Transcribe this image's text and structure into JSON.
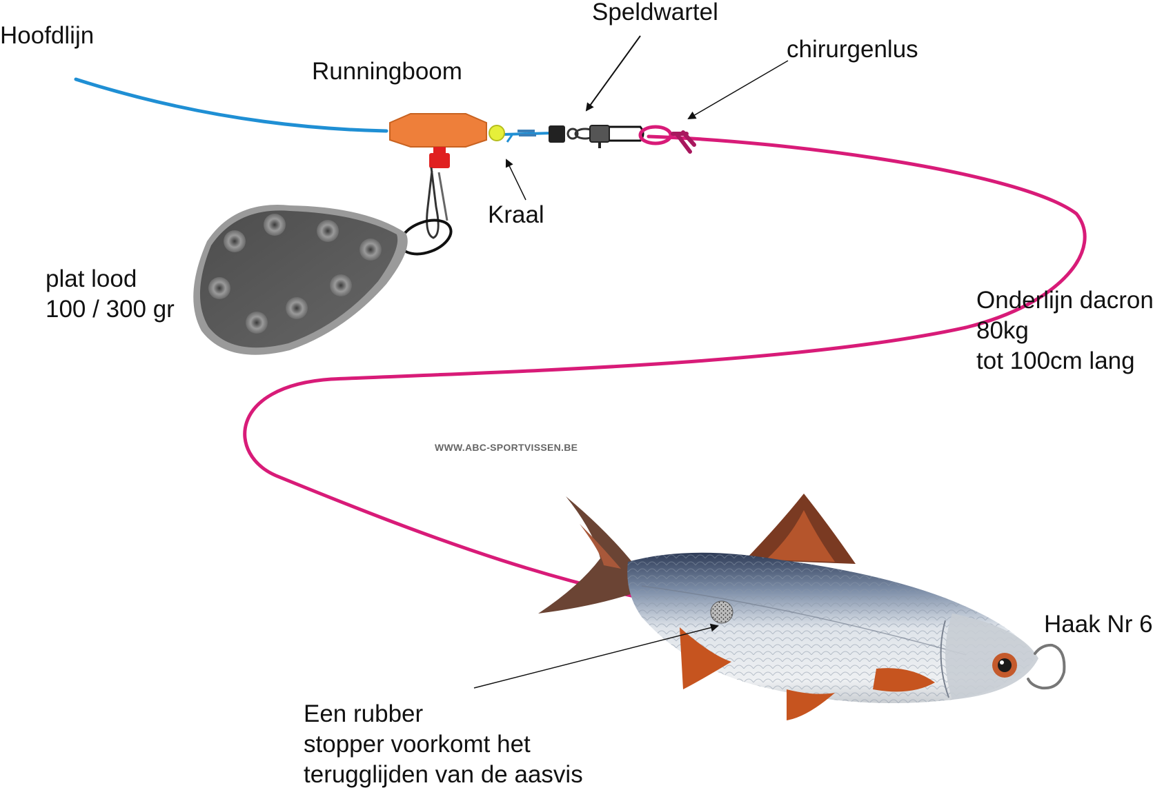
{
  "labels": {
    "hoofdlijn": "Hoofdlijn",
    "runningboom": "Runningboom",
    "speldwartel": "Speldwartel",
    "chirurgenlus": "chirurgenlus",
    "kraal": "Kraal",
    "lood_line1": "plat lood",
    "lood_line2": "100 / 300 gr",
    "onderlijn_line1": "Onderlijn dacron",
    "onderlijn_line2": "80kg",
    "onderlijn_line3": "tot 100cm lang",
    "haak": "Haak Nr 6",
    "stopper_line1": "Een  rubber",
    "stopper_line2": "stopper voorkomt het",
    "stopper_line3": "terugglijden van de aasvis"
  },
  "watermark": "WWW.ABC-SPORTVISSEN.BE",
  "colors": {
    "main_line": "#1f8fd4",
    "leader_line": "#d81b78",
    "boom": "#ee7f3a",
    "boom_stem": "#e02020",
    "bead": "#e6ef3a",
    "lead": "#5a5a5a",
    "fin": "#c6541f"
  }
}
